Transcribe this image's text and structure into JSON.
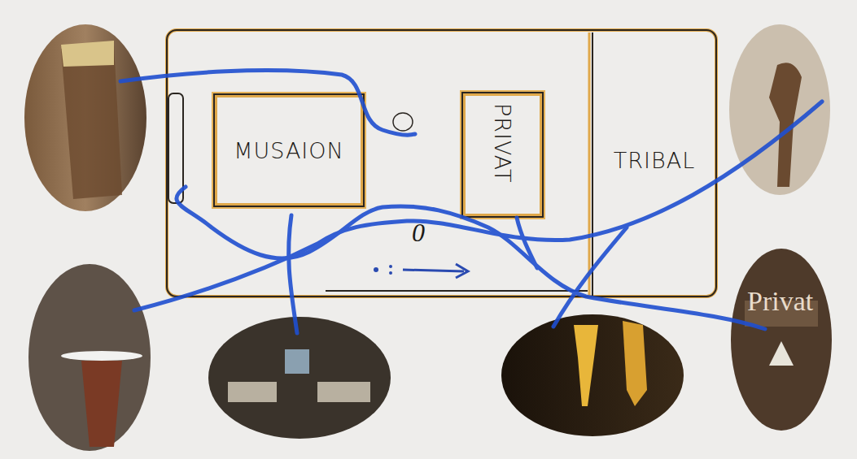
{
  "diagram": {
    "nodes": [
      {
        "text": [
          "MUSAION"
        ]
      },
      {
        "text": [
          "PRIVAT"
        ]
      },
      {
        "text": [
          "TRIBAL"
        ]
      }
    ],
    "labels": [
      "0",
      "Privat"
    ]
  }
}
